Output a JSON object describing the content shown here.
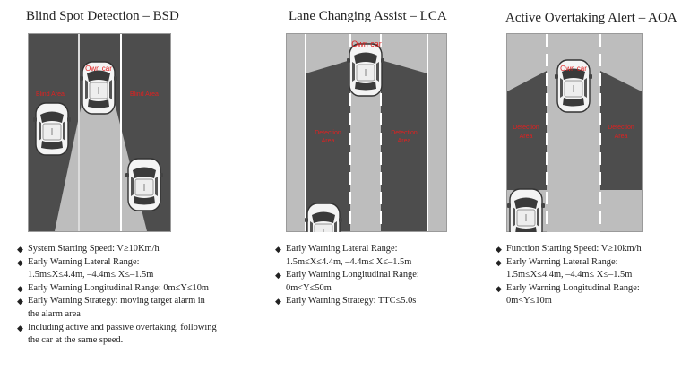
{
  "panels": [
    {
      "title": "Blind Spot  Detection – BSD",
      "labels": {
        "own_car": "Own car",
        "blind_left": "Blind Area",
        "blind_right": "Blind Area"
      },
      "bullets": [
        {
          "line1": "System Starting Speed: V≥10Km/h",
          "line2": ""
        },
        {
          "line1": "Early Warning Lateral Range:",
          "line2": "1.5m≤X≤4.4m,  –4.4m≤ X≤–1.5m"
        },
        {
          "line1": "Early Warning Longitudinal Range: 0m≤Y≤10m",
          "line2": ""
        },
        {
          "line1": "Early Warning Strategy: moving target alarm in",
          "line2": "the alarm area"
        },
        {
          "line1": "Including active and passive overtaking, following",
          "line2": "the car at the same speed."
        }
      ]
    },
    {
      "title": "Lane Changing Assist – LCA",
      "labels": {
        "own_car": "Own car",
        "det_left_1": "Detection",
        "det_left_2": "Area",
        "det_right_1": "Detection",
        "det_right_2": "Area"
      },
      "bullets": [
        {
          "line1": "Early Warning Lateral Range:",
          "line2": "1.5m≤X≤4.4m,  –4.4m≤ X≤–1.5m"
        },
        {
          "line1": "Early Warning Longitudinal Range:",
          "line2": "0m<Y≤50m"
        },
        {
          "line1": "Early Warning Strategy: TTC≤5.0s",
          "line2": ""
        }
      ]
    },
    {
      "title": "Active Overtaking Alert – AOA",
      "labels": {
        "own_car": "Own car",
        "det_left_1": "Detection",
        "det_left_2": "Area",
        "det_right_1": "Detection",
        "det_right_2": "Area"
      },
      "bullets": [
        {
          "line1": "Function Starting Speed: V≥10km/h",
          "line2": ""
        },
        {
          "line1": "Early Warning Lateral Range:",
          "line2": "1.5m≤X≤4.4m,  –4.4m≤ X≤–1.5m"
        },
        {
          "line1": "Early Warning Longitudinal Range:",
          "line2": "0m<Y≤10m"
        }
      ]
    }
  ],
  "colors": {
    "road_light": "#bdbdbd",
    "zone_dark": "#4d4d4d",
    "lane_mark": "#ffffff",
    "label_red": "#e02020",
    "border": "#9a9a9a"
  }
}
